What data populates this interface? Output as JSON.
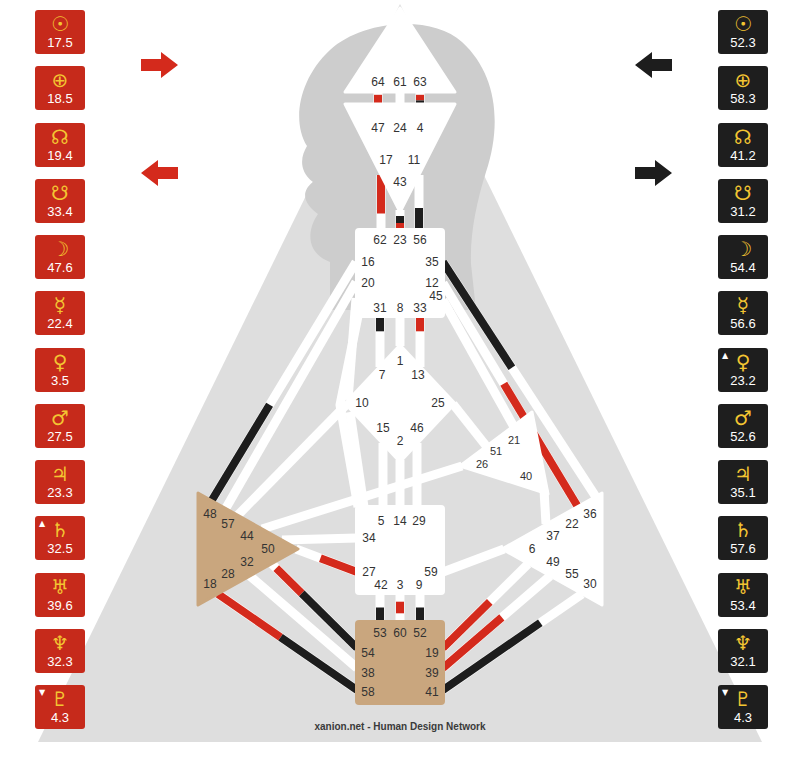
{
  "diagram": {
    "nodes": [
      {
        "text": [
          "☉",
          "17.5"
        ]
      },
      {
        "text": [
          "⊕",
          "18.5"
        ]
      },
      {
        "text": [
          "☊",
          "19.4"
        ]
      },
      {
        "text": [
          "☋",
          "33.4"
        ]
      },
      {
        "text": [
          "☽",
          "47.6"
        ]
      },
      {
        "text": [
          "☿",
          "22.4"
        ]
      },
      {
        "text": [
          "♀",
          "3.5"
        ]
      },
      {
        "text": [
          "♂",
          "27.5"
        ]
      },
      {
        "text": [
          "♃",
          "23.3"
        ]
      },
      {
        "text": [
          "▲",
          "♄",
          "32.5"
        ]
      },
      {
        "text": [
          "♅",
          "39.6"
        ]
      },
      {
        "text": [
          "♆",
          "32.3"
        ]
      },
      {
        "text": [
          "▼",
          "♇",
          "4.3"
        ]
      },
      {
        "text": [
          "64",
          "61",
          "63"
        ]
      },
      {
        "text": [
          "47",
          "24",
          "4",
          "17",
          "43",
          "11"
        ]
      },
      {
        "text": [
          "62",
          "23",
          "56",
          "16",
          "35",
          "20",
          "12",
          "45",
          "31",
          "8",
          "33"
        ]
      },
      {
        "text": [
          "1",
          "7",
          "13",
          "10",
          "25",
          "15",
          "2",
          "46"
        ]
      },
      {
        "text": [
          "21",
          "51",
          "26",
          "40"
        ]
      },
      {
        "text": [
          "48",
          "57",
          "44",
          "50",
          "32",
          "28",
          "18"
        ]
      },
      {
        "text": [
          "36",
          "22",
          "37",
          "6",
          "49",
          "55",
          "30"
        ]
      },
      {
        "text": [
          "5",
          "14",
          "29",
          "34",
          "27",
          "59",
          "42",
          "3",
          "9"
        ]
      },
      {
        "text": [
          "53",
          "60",
          "52",
          "54",
          "19",
          "38",
          "39",
          "58",
          "41"
        ]
      },
      {
        "text": [
          "☉",
          "52.3"
        ]
      },
      {
        "text": [
          "⊕",
          "58.3"
        ]
      },
      {
        "text": [
          "☊",
          "41.2"
        ]
      },
      {
        "text": [
          "☋",
          "31.2"
        ]
      },
      {
        "text": [
          "☽",
          "54.4"
        ]
      },
      {
        "text": [
          "☿",
          "56.6"
        ]
      },
      {
        "text": [
          "▲",
          "♀",
          "23.2"
        ]
      },
      {
        "text": [
          "♂",
          "52.6"
        ]
      },
      {
        "text": [
          "♃",
          "35.1"
        ]
      },
      {
        "text": [
          "♄",
          "57.6"
        ]
      },
      {
        "text": [
          "♅",
          "53.4"
        ]
      },
      {
        "text": [
          "♆",
          "32.1"
        ]
      },
      {
        "text": [
          "▼",
          "♇",
          "4.3"
        ]
      }
    ],
    "edges": [
      {
        "from": 13,
        "to": 14,
        "arrow": "none"
      },
      {
        "from": 13,
        "to": 14,
        "arrow": "none"
      },
      {
        "from": 13,
        "to": 14,
        "arrow": "none"
      },
      {
        "from": 14,
        "to": 15,
        "arrow": "none"
      },
      {
        "from": 14,
        "to": 15,
        "arrow": "none"
      },
      {
        "from": 14,
        "to": 15,
        "arrow": "none"
      },
      {
        "from": 15,
        "to": 18,
        "arrow": "none"
      },
      {
        "from": 15,
        "to": 18,
        "arrow": "none"
      },
      {
        "from": 15,
        "to": 16,
        "arrow": "none"
      },
      {
        "from": 15,
        "to": 16,
        "arrow": "none"
      },
      {
        "from": 15,
        "to": 16,
        "arrow": "none"
      },
      {
        "from": 15,
        "to": 16,
        "arrow": "none"
      },
      {
        "from": 15,
        "to": 20,
        "arrow": "none"
      },
      {
        "from": 15,
        "to": 19,
        "arrow": "none"
      },
      {
        "from": 15,
        "to": 19,
        "arrow": "none"
      },
      {
        "from": 15,
        "to": 17,
        "arrow": "none"
      },
      {
        "from": 16,
        "to": 18,
        "arrow": "none"
      },
      {
        "from": 16,
        "to": 20,
        "arrow": "none"
      },
      {
        "from": 16,
        "to": 20,
        "arrow": "none"
      },
      {
        "from": 16,
        "to": 20,
        "arrow": "none"
      },
      {
        "from": 16,
        "to": 20,
        "arrow": "none"
      },
      {
        "from": 16,
        "to": 17,
        "arrow": "none"
      },
      {
        "from": 17,
        "to": 18,
        "arrow": "none"
      },
      {
        "from": 17,
        "to": 19,
        "arrow": "none"
      },
      {
        "from": 18,
        "to": 20,
        "arrow": "none"
      },
      {
        "from": 18,
        "to": 20,
        "arrow": "none"
      },
      {
        "from": 18,
        "to": 21,
        "arrow": "none"
      },
      {
        "from": 18,
        "to": 21,
        "arrow": "none"
      },
      {
        "from": 18,
        "to": 21,
        "arrow": "none"
      },
      {
        "from": 19,
        "to": 20,
        "arrow": "none"
      },
      {
        "from": 19,
        "to": 21,
        "arrow": "none"
      },
      {
        "from": 19,
        "to": 21,
        "arrow": "none"
      },
      {
        "from": 19,
        "to": 21,
        "arrow": "none"
      },
      {
        "from": 20,
        "to": 21,
        "arrow": "none"
      },
      {
        "from": 20,
        "to": 21,
        "arrow": "none"
      },
      {
        "from": 20,
        "to": 21,
        "arrow": "none"
      }
    ],
    "labels": [
      "xanion.net - Human Design Network"
    ]
  }
}
